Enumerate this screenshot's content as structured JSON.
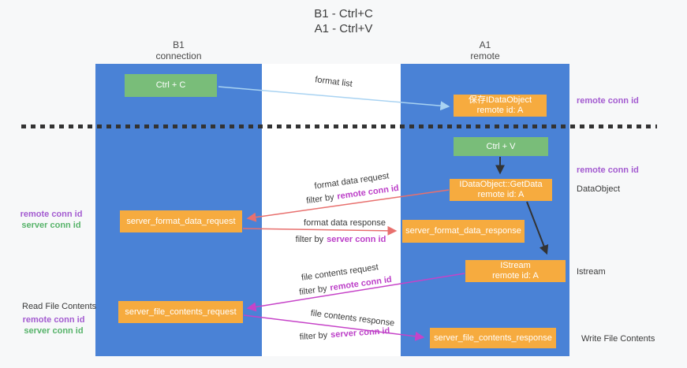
{
  "title": {
    "line1": "B1 - Ctrl+C",
    "line2": "A1 - Ctrl+V"
  },
  "lanes": {
    "left": {
      "name": "B1",
      "subtitle": "connection"
    },
    "right": {
      "name": "A1",
      "subtitle": "remote"
    }
  },
  "nodes": {
    "ctrl_c": "Ctrl + C",
    "ctrl_v": "Ctrl + V",
    "save_idataobject": {
      "line1": "保存IDataObject",
      "line2": "remote id: A"
    },
    "getdata": {
      "line1": "IDataObject::GetData",
      "line2": "remote id: A"
    },
    "istream": {
      "line1": "IStream",
      "line2": "remote id: A"
    },
    "server_format_data_request": "server_format_data_request",
    "server_format_data_response": "server_format_data_response",
    "server_file_contents_request": "server_file_contents_request",
    "server_file_contents_response": "server_file_contents_response"
  },
  "flow_labels": {
    "format_list": "format list",
    "format_data_request": "format data request",
    "format_data_response": "format data response",
    "file_contents_request": "file contents request",
    "file_contents_response": "file contents response",
    "filter_by": "filter by",
    "remote_conn_id": "remote conn id",
    "server_conn_id": "server conn id"
  },
  "side_labels": {
    "remote_conn_id": "remote conn id",
    "server_conn_id": "server conn id",
    "dataobject": "DataObject",
    "istream": "Istream",
    "read_file_contents": "Read File Contents",
    "write_file_contents": "Write File Contents"
  },
  "colors": {
    "lane_blue": "#4a82d6",
    "node_orange": "#f6ab3f",
    "node_green": "#79bd79",
    "arrow_light_blue": "#a9d3f2",
    "arrow_red": "#e8706e",
    "arrow_magenta": "#c643c8",
    "arrow_black": "#333333",
    "text_purple": "#a35bd0",
    "text_green": "#57b36a",
    "text_magenta": "#bc3fc8",
    "background": "#f7f8f9",
    "mid_strip": "#ffffff"
  }
}
